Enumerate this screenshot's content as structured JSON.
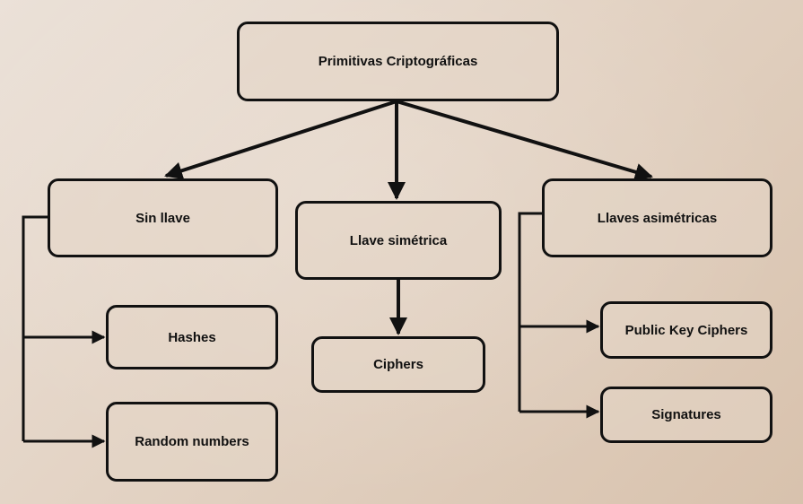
{
  "diagram": {
    "root": {
      "label": "Primitivas Criptográficas"
    },
    "branches": [
      {
        "label": "Sin llave",
        "children": [
          {
            "label": "Hashes"
          },
          {
            "label": "Random numbers"
          }
        ]
      },
      {
        "label": "Llave simétrica",
        "children": [
          {
            "label": "Ciphers"
          }
        ]
      },
      {
        "label": "Llaves asimétricas",
        "children": [
          {
            "label": "Public Key Ciphers"
          },
          {
            "label": "Signatures"
          }
        ]
      }
    ]
  },
  "colors": {
    "stroke": "#111111",
    "background": "#e3d3c4"
  }
}
